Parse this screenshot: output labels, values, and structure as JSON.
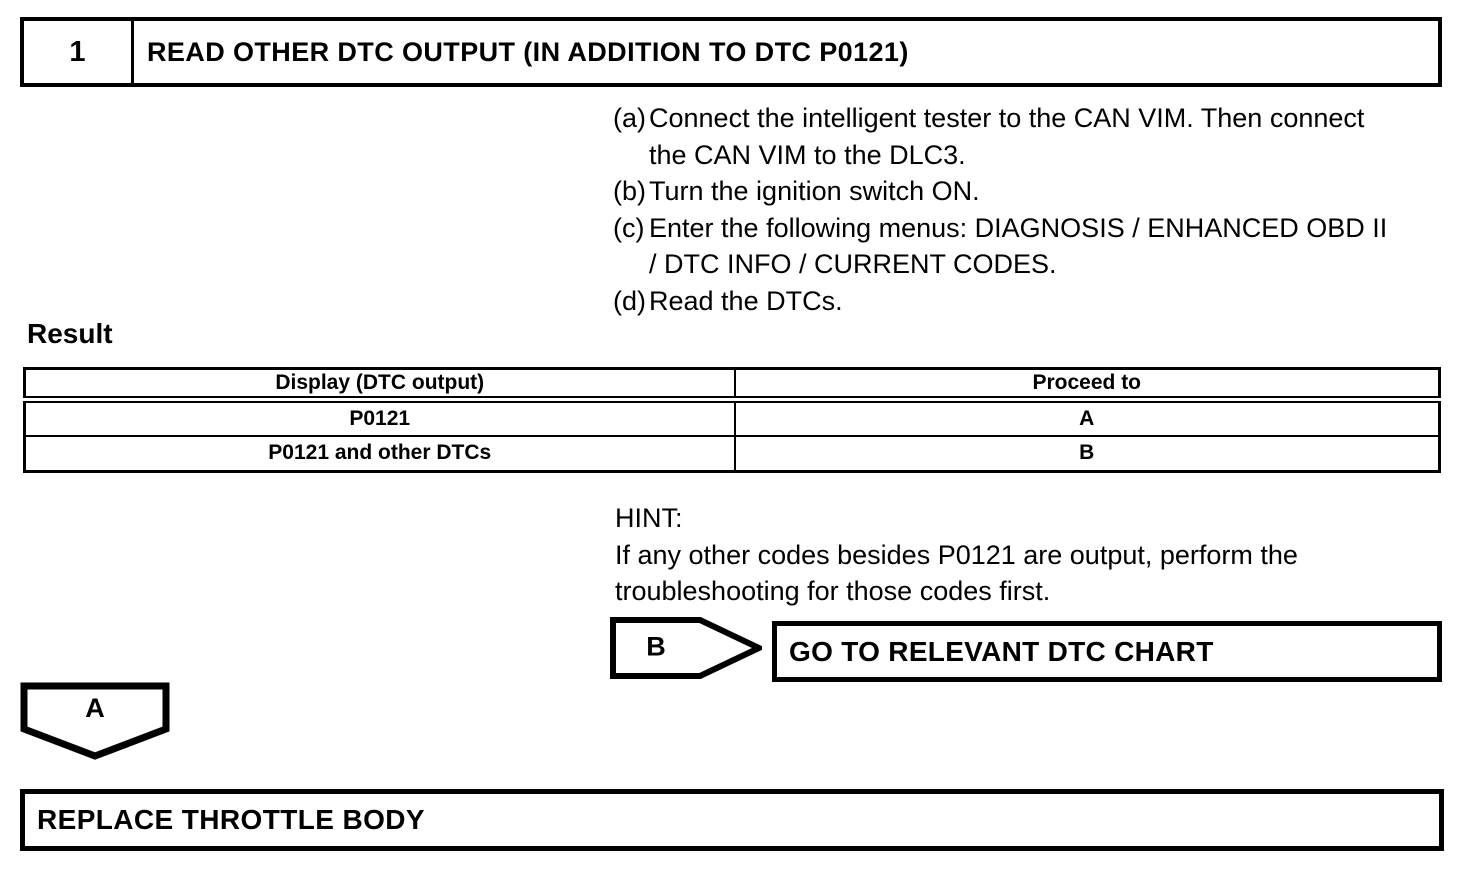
{
  "colors": {
    "ink": "#000000",
    "paper": "#ffffff"
  },
  "step_header": {
    "number": "1",
    "title": "READ OTHER DTC OUTPUT (IN ADDITION TO DTC P0121)"
  },
  "procedure_steps": [
    {
      "label": "(a)",
      "text": "Connect the intelligent tester to the CAN VIM. Then connect the CAN VIM to the DLC3."
    },
    {
      "label": "(b)",
      "text": "Turn the ignition switch ON."
    },
    {
      "label": "(c)",
      "text": "Enter the following menus: DIAGNOSIS / ENHANCED OBD II / DTC INFO / CURRENT CODES."
    },
    {
      "label": "(d)",
      "text": "Read the DTCs."
    }
  ],
  "result": {
    "heading": "Result",
    "table": {
      "headers": [
        "Display (DTC output)",
        "Proceed to"
      ],
      "rows": [
        {
          "display": "P0121",
          "proceed": "A"
        },
        {
          "display": "P0121 and other DTCs",
          "proceed": "B"
        }
      ]
    }
  },
  "hint": {
    "label": "HINT:",
    "text": "If any other codes besides P0121 are output, perform the troubleshooting for those codes first."
  },
  "branch_b": {
    "label": "B",
    "target": "GO TO RELEVANT DTC CHART"
  },
  "branch_a": {
    "label": "A"
  },
  "action_box": {
    "text": "REPLACE THROTTLE BODY"
  }
}
